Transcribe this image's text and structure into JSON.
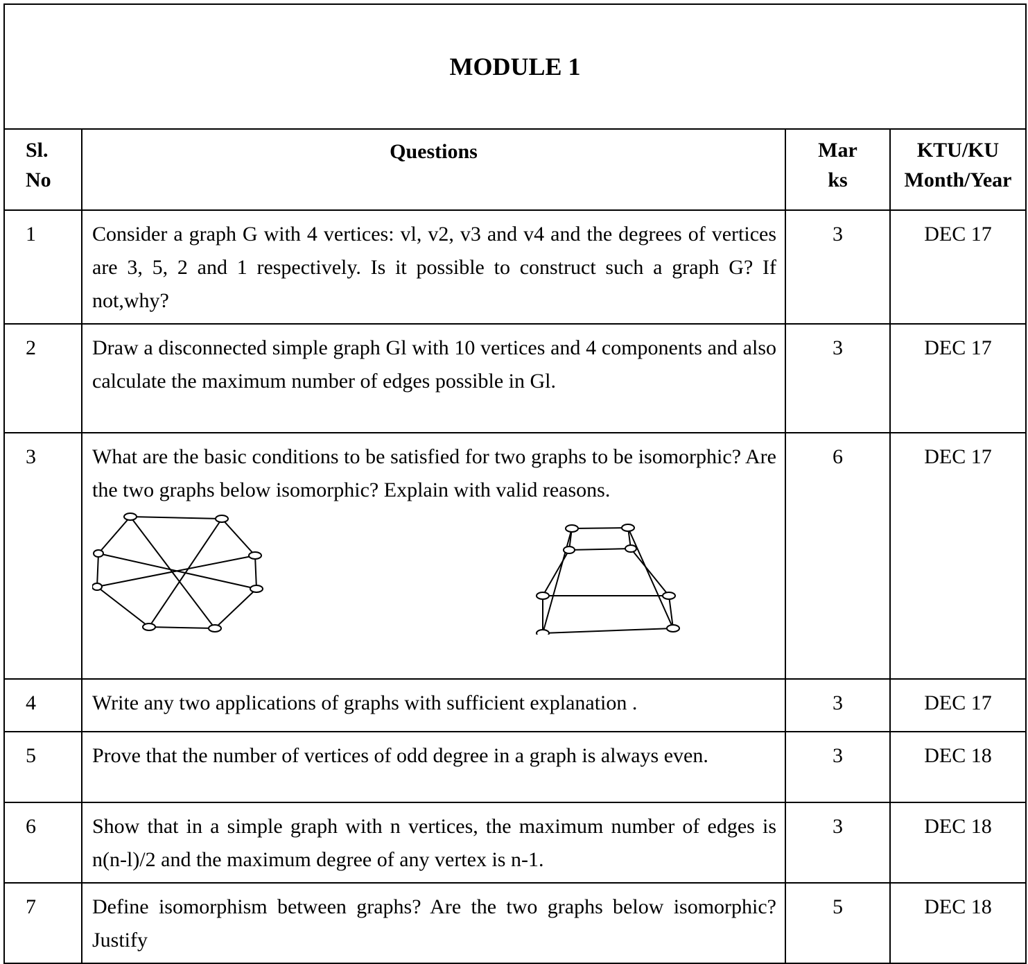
{
  "module_title": "MODULE 1",
  "headers": {
    "sl_line1": "Sl.",
    "sl_line2": "No",
    "questions": "Questions",
    "marks_line1": "Mar",
    "marks_line2": "ks",
    "year_line1": "KTU/KU",
    "year_line2": "Month/Year"
  },
  "rows": [
    {
      "sl": "1",
      "question": "Consider a graph G with 4 vertices: vl, v2, v3 and v4 and the degrees of vertices are 3, 5, 2 and 1 respectively. Is it possible to construct such a graph G? If not,why?",
      "marks": "3",
      "year": "DEC 17"
    },
    {
      "sl": "2",
      "question": "Draw a disconnected simple graph Gl with 10 vertices and 4 components and also calculate the maximum number of edges possible in Gl.",
      "marks": "3",
      "year": "DEC 17"
    },
    {
      "sl": "3",
      "question": "What are the basic conditions to be satisfied for two graphs to be isomorphic? Are the two graphs below isomorphic? Explain with valid reasons.",
      "marks": "6",
      "year": "DEC 17"
    },
    {
      "sl": "4",
      "question": "Write any two applications of graphs with sufficient explanation .",
      "marks": "3",
      "year": "DEC 17"
    },
    {
      "sl": "5",
      "question": "Prove that the number of vertices of odd degree in a graph is always even.",
      "marks": "3",
      "year": "DEC 18"
    },
    {
      "sl": "6",
      "question": "Show that in a simple graph with n vertices, the maximum number of edges is n(n-l)/2 and the maximum degree of any vertex is n-1.",
      "marks": "3",
      "year": "DEC 18"
    },
    {
      "sl": "7",
      "question": "Define isomorphism between graphs? Are the two graphs below isomorphic? Justify",
      "marks": "5",
      "year": "DEC 18"
    }
  ]
}
